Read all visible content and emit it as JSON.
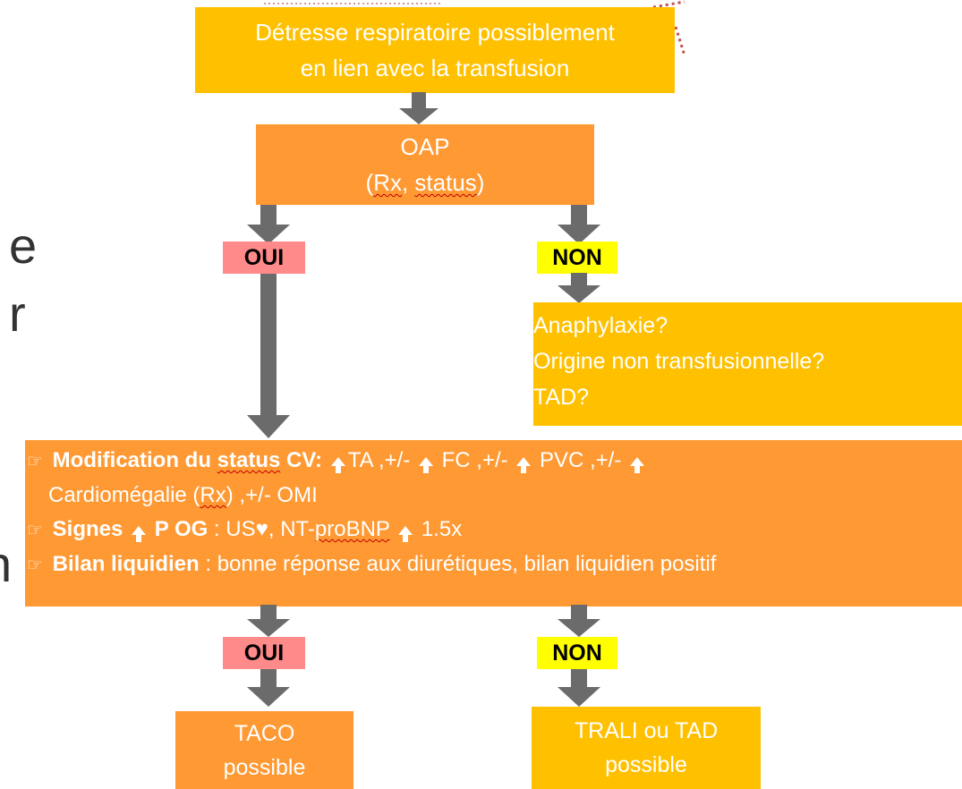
{
  "top": {
    "line1": "Détresse respiratoire  possiblement",
    "line2": "en lien avec la transfusion"
  },
  "oap": {
    "line1": "OAP",
    "line2_a": "(",
    "line2_b": "Rx",
    "line2_c": ", ",
    "line2_d": "status",
    "line2_e": ")"
  },
  "tags": {
    "oui": "OUI",
    "non": "NON"
  },
  "alt": {
    "items": [
      "Anaphylaxie?",
      "Origine non transfusionnelle?",
      "TAD?"
    ]
  },
  "criteria": {
    "c1_label_a": "Modification du ",
    "c1_label_b": "status",
    "c1_label_c": " CV:",
    "c1_ta": "TA ,+/- ",
    "c1_fc": " FC ,+/- ",
    "c1_pvc": " PVC ,+/- ",
    "c1_line2_a": "Cardiomégalie (",
    "c1_line2_b": "Rx",
    "c1_line2_c": ") ,+/- OMI",
    "c2_label": "Signes ",
    "c2_label_b": " P OG",
    "c2_text_a": " : US",
    "c2_text_b": ", NT-",
    "c2_text_c": "proBNP",
    "c2_text_d": " 1.5x",
    "c3_label": "Bilan liquidien",
    "c3_text": " : bonne réponse aux diurétiques, bilan liquidien positif"
  },
  "results": {
    "taco_line1": "TACO",
    "taco_line2": "possible",
    "trali_line1": "TRALI ou TAD",
    "trali_line2": "possible"
  },
  "background": {
    "letter_e": "e",
    "letter_r": "r",
    "letter_n": "n"
  },
  "colors": {
    "yellow": "#FFC000",
    "orange": "#FF9933",
    "arrow": "#6B6B6B",
    "oui_bg": "#FF8A8A",
    "non_bg": "#FFFF00"
  }
}
